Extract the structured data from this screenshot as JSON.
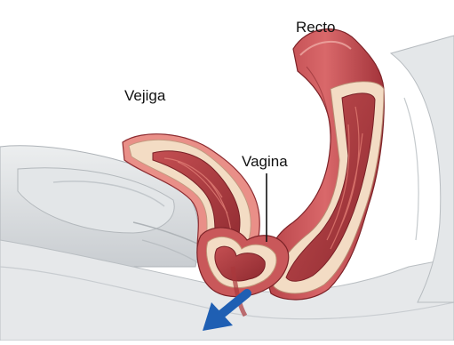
{
  "labels": {
    "recto": "Recto",
    "vejiga": "Vejiga",
    "vagina": "Vagina"
  },
  "colors": {
    "tissue_dark": "#a9373c",
    "tissue_mid": "#c95858",
    "tissue_light": "#e89a8e",
    "wall_cream": "#f3dcc4",
    "pelvis_gray": "#d7dadd",
    "pelvis_shadow": "#bfc4c8",
    "arrow_blue": "#1f5fb3"
  },
  "icons": {
    "arrow": "arrow-down-left-icon"
  }
}
